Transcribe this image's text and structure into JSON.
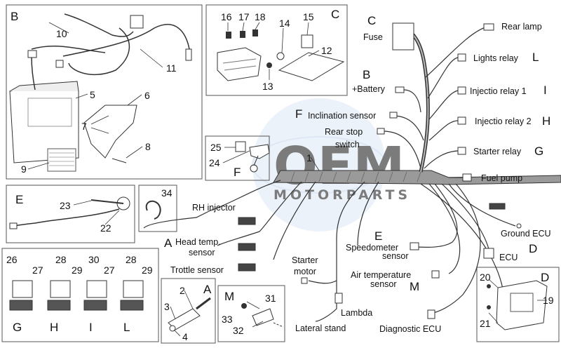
{
  "watermark": {
    "logo": "OEM",
    "sub": "MOTORPARTS"
  },
  "boxes": {
    "b": "B",
    "c": "C",
    "e": "E",
    "g": "G",
    "h": "H",
    "i": "I",
    "l": "L",
    "a": "A",
    "m": "M",
    "d": "D"
  },
  "parts": {
    "p1": "1",
    "p2": "2",
    "p3": "3",
    "p4": "4",
    "p5": "5",
    "p6": "6",
    "p7": "7",
    "p8": "8",
    "p9": "9",
    "p10": "10",
    "p11": "11",
    "p12": "12",
    "p13": "13",
    "p14": "14",
    "p15": "15",
    "p16": "16",
    "p17": "17",
    "p18": "18",
    "p19": "19",
    "p20": "20",
    "p21": "21",
    "p22": "22",
    "p23": "23",
    "p24": "24",
    "p25": "25",
    "p26": "26",
    "p27a": "27",
    "p27b": "27",
    "p28a": "28",
    "p28b": "28",
    "p29a": "29",
    "p29b": "29",
    "p30": "30",
    "p31": "31",
    "p32": "32",
    "p33": "33",
    "p34": "34"
  },
  "callouts": {
    "c_letter": "C",
    "fuse": "Fuse",
    "b_letter": "B",
    "battery": "+Battery",
    "f_letter": "F",
    "inclination": "Inclination sensor",
    "rear_stop_1": "Rear stop",
    "rear_stop_2": "switch",
    "rear_lamp": "Rear lamp",
    "lights_relay": "Lights relay",
    "l_letter": "L",
    "injectio1": "Injectio relay 1",
    "i_letter": "I",
    "injectio2": "Injectio relay 2",
    "h_letter": "H",
    "starter_relay": "Starter relay",
    "g_letter": "G",
    "fuel_pump": "Fuel pump",
    "ground_ecu": "Ground ECU",
    "ecu": "ECU",
    "d_letter": "D",
    "speedo_e": "E",
    "speedo_1": "Speedometer",
    "speedo_2": "sensor",
    "air_1": "Air temperature",
    "air_2": "sensor",
    "air_m": "M",
    "diag": "Diagnostic ECU",
    "rh_injector": "RH injector",
    "head_a": "A",
    "head_1": "Head temp.",
    "head_2": "sensor",
    "trottle": "Trottle sensor",
    "starter_1": "Starter",
    "starter_2": "motor",
    "lambda": "Lambda",
    "lateral": "Lateral stand",
    "f_box": "F"
  }
}
